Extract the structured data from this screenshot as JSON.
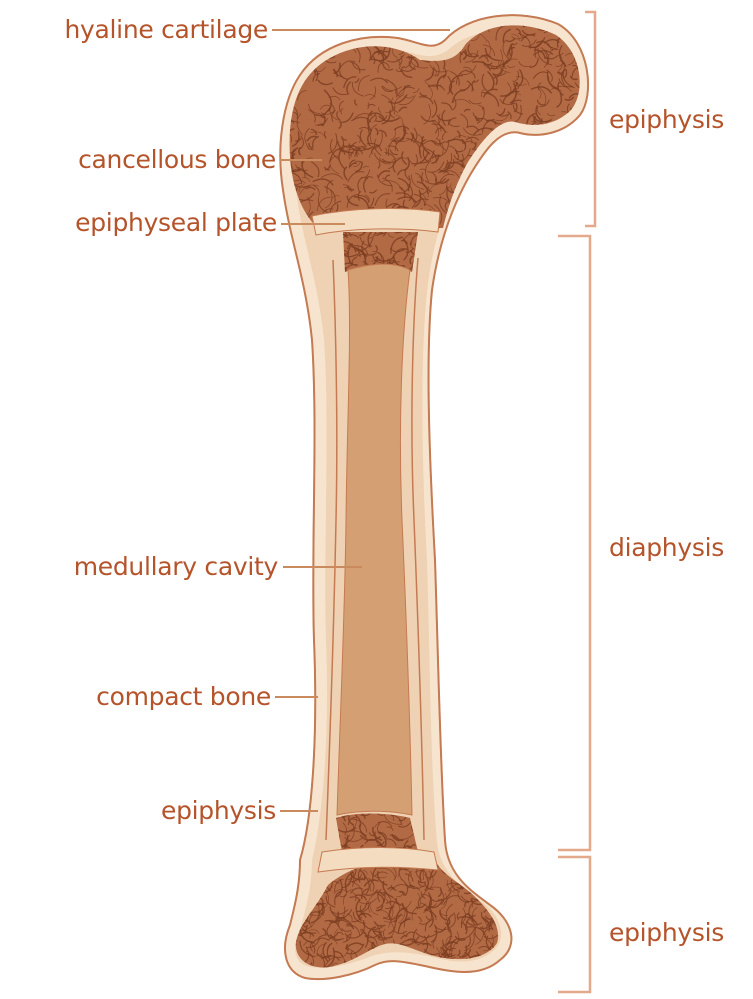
{
  "colors": {
    "label_text": "#b5532a",
    "leader_line": "#c98a5e",
    "bracket": "#e2a98a",
    "outline": "#c47a52",
    "compact_bone": "#efd2b3",
    "periosteum": "#f7e4cf",
    "spongy_bone": "#b26a45",
    "trabecula": "#7e3e22",
    "medullary_cavity": "#d59f74",
    "cartilage_plate": "#f3dcc0"
  },
  "labels": {
    "hyaline_cartilage": "hyaline cartilage",
    "cancellous_bone": "cancellous bone",
    "epiphyseal_plate": "epiphyseal plate",
    "medullary_cavity": "medullary cavity",
    "compact_bone": "compact bone",
    "epiphysis_lower_left": "epiphysis"
  },
  "regions": {
    "proximal": "epiphysis",
    "shaft": "diaphysis",
    "distal": "epiphysis"
  }
}
